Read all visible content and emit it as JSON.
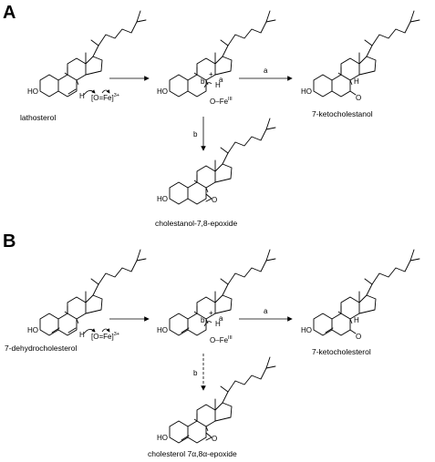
{
  "panels": {
    "A": {
      "letter": "A",
      "reagent": "[O=Fe]",
      "reagent_charge": "3+",
      "start_label": "lathosterol",
      "product_a_label": "7-ketocholestanol",
      "product_b_label": "cholestanol-7,8-epoxide",
      "arrow_a": "a",
      "arrow_b": "b"
    },
    "B": {
      "letter": "B",
      "reagent": "[O=Fe]",
      "reagent_charge": "3+",
      "start_label": "7-dehydrocholesterol",
      "product_a_label": "7-ketocholesterol",
      "product_b_label": "cholesterol 7α,8α-epoxide",
      "arrow_a": "a",
      "arrow_b": "b"
    }
  },
  "atoms": {
    "hydroxyl": "HO",
    "hydrogen": "H",
    "oxygen": "O",
    "iron": "Fe",
    "iron_ox": "III",
    "cation": "+",
    "path_a": "a",
    "path_b": "b"
  }
}
